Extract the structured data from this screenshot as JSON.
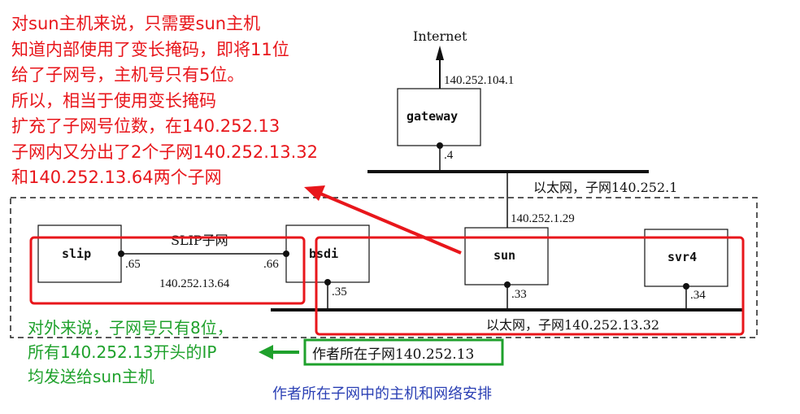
{
  "annotations": {
    "red_note": "对sun主机来说，只需要sun主机\n知道内部使用了变长掩码，即将11位\n给了子网号，主机号只有5位。\n所以，相当于使用变长掩码\n扩充了子网号位数，在140.252.13\n子网内又分出了2个子网140.252.13.32\n和140.252.13.64两个子网",
    "green_note": "对外来说，子网号只有8位，\n所有140.252.13开头的IP\n均发送给sun主机",
    "green_box": "作者所在子网140.252.13",
    "caption": "作者所在子网中的主机和网络安排"
  },
  "network": {
    "internet": "Internet",
    "gateway": {
      "name": "gateway",
      "ip_up": "140.252.104.1",
      "ip_down": ".4"
    },
    "ethernet_top": "以太网，子网140.252.1",
    "sun": {
      "name": "sun",
      "ip_up": "140.252.1.29",
      "ip_down": ".33"
    },
    "slip": {
      "name": "slip",
      "ip": ".65"
    },
    "bsdi": {
      "name": "bsdi",
      "ip_slip": ".66",
      "ip_eth": ".35"
    },
    "svr4": {
      "name": "svr4",
      "ip": ".34"
    },
    "slip_net": {
      "label": "SLIP子网",
      "addr": "140.252.13.64"
    },
    "ethernet_bottom": "以太网，子网140.252.13.32"
  },
  "colors": {
    "red": "#e8161b",
    "green": "#1fa12c",
    "caption": "#2a3fb4",
    "line": "#111111"
  }
}
